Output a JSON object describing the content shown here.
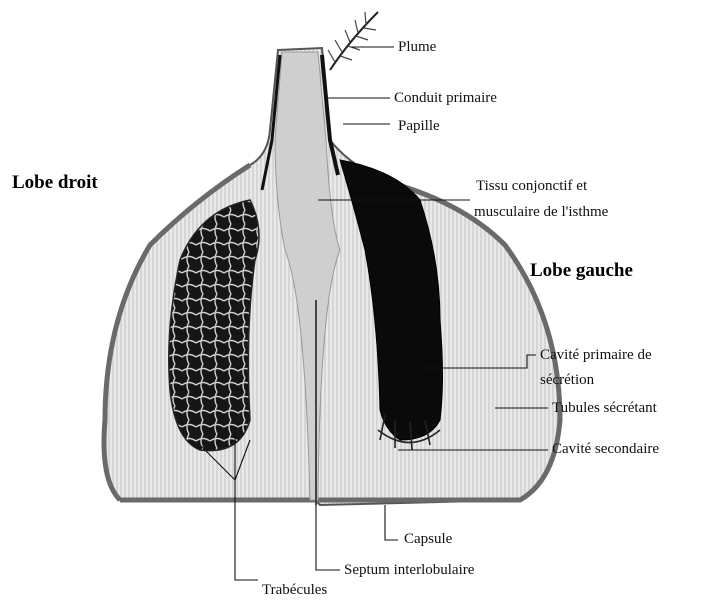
{
  "diagram": {
    "lobe_right": "Lobe droit",
    "lobe_left": "Lobe gauche",
    "labels": {
      "plume": "Plume",
      "conduit": "Conduit primaire",
      "papille": "Papille",
      "tissu_1": "Tissu conjonctif et",
      "tissu_2": "musculaire de l'isthme",
      "cavite_primaire_1": "Cavité primaire de",
      "cavite_primaire_2": "sécrétion",
      "tubules": "Tubules sécrétant",
      "cavite_secondaire": "Cavité secondaire",
      "capsule": "Capsule",
      "septum": "Septum interlobulaire",
      "trabecules": "Trabécules"
    }
  }
}
